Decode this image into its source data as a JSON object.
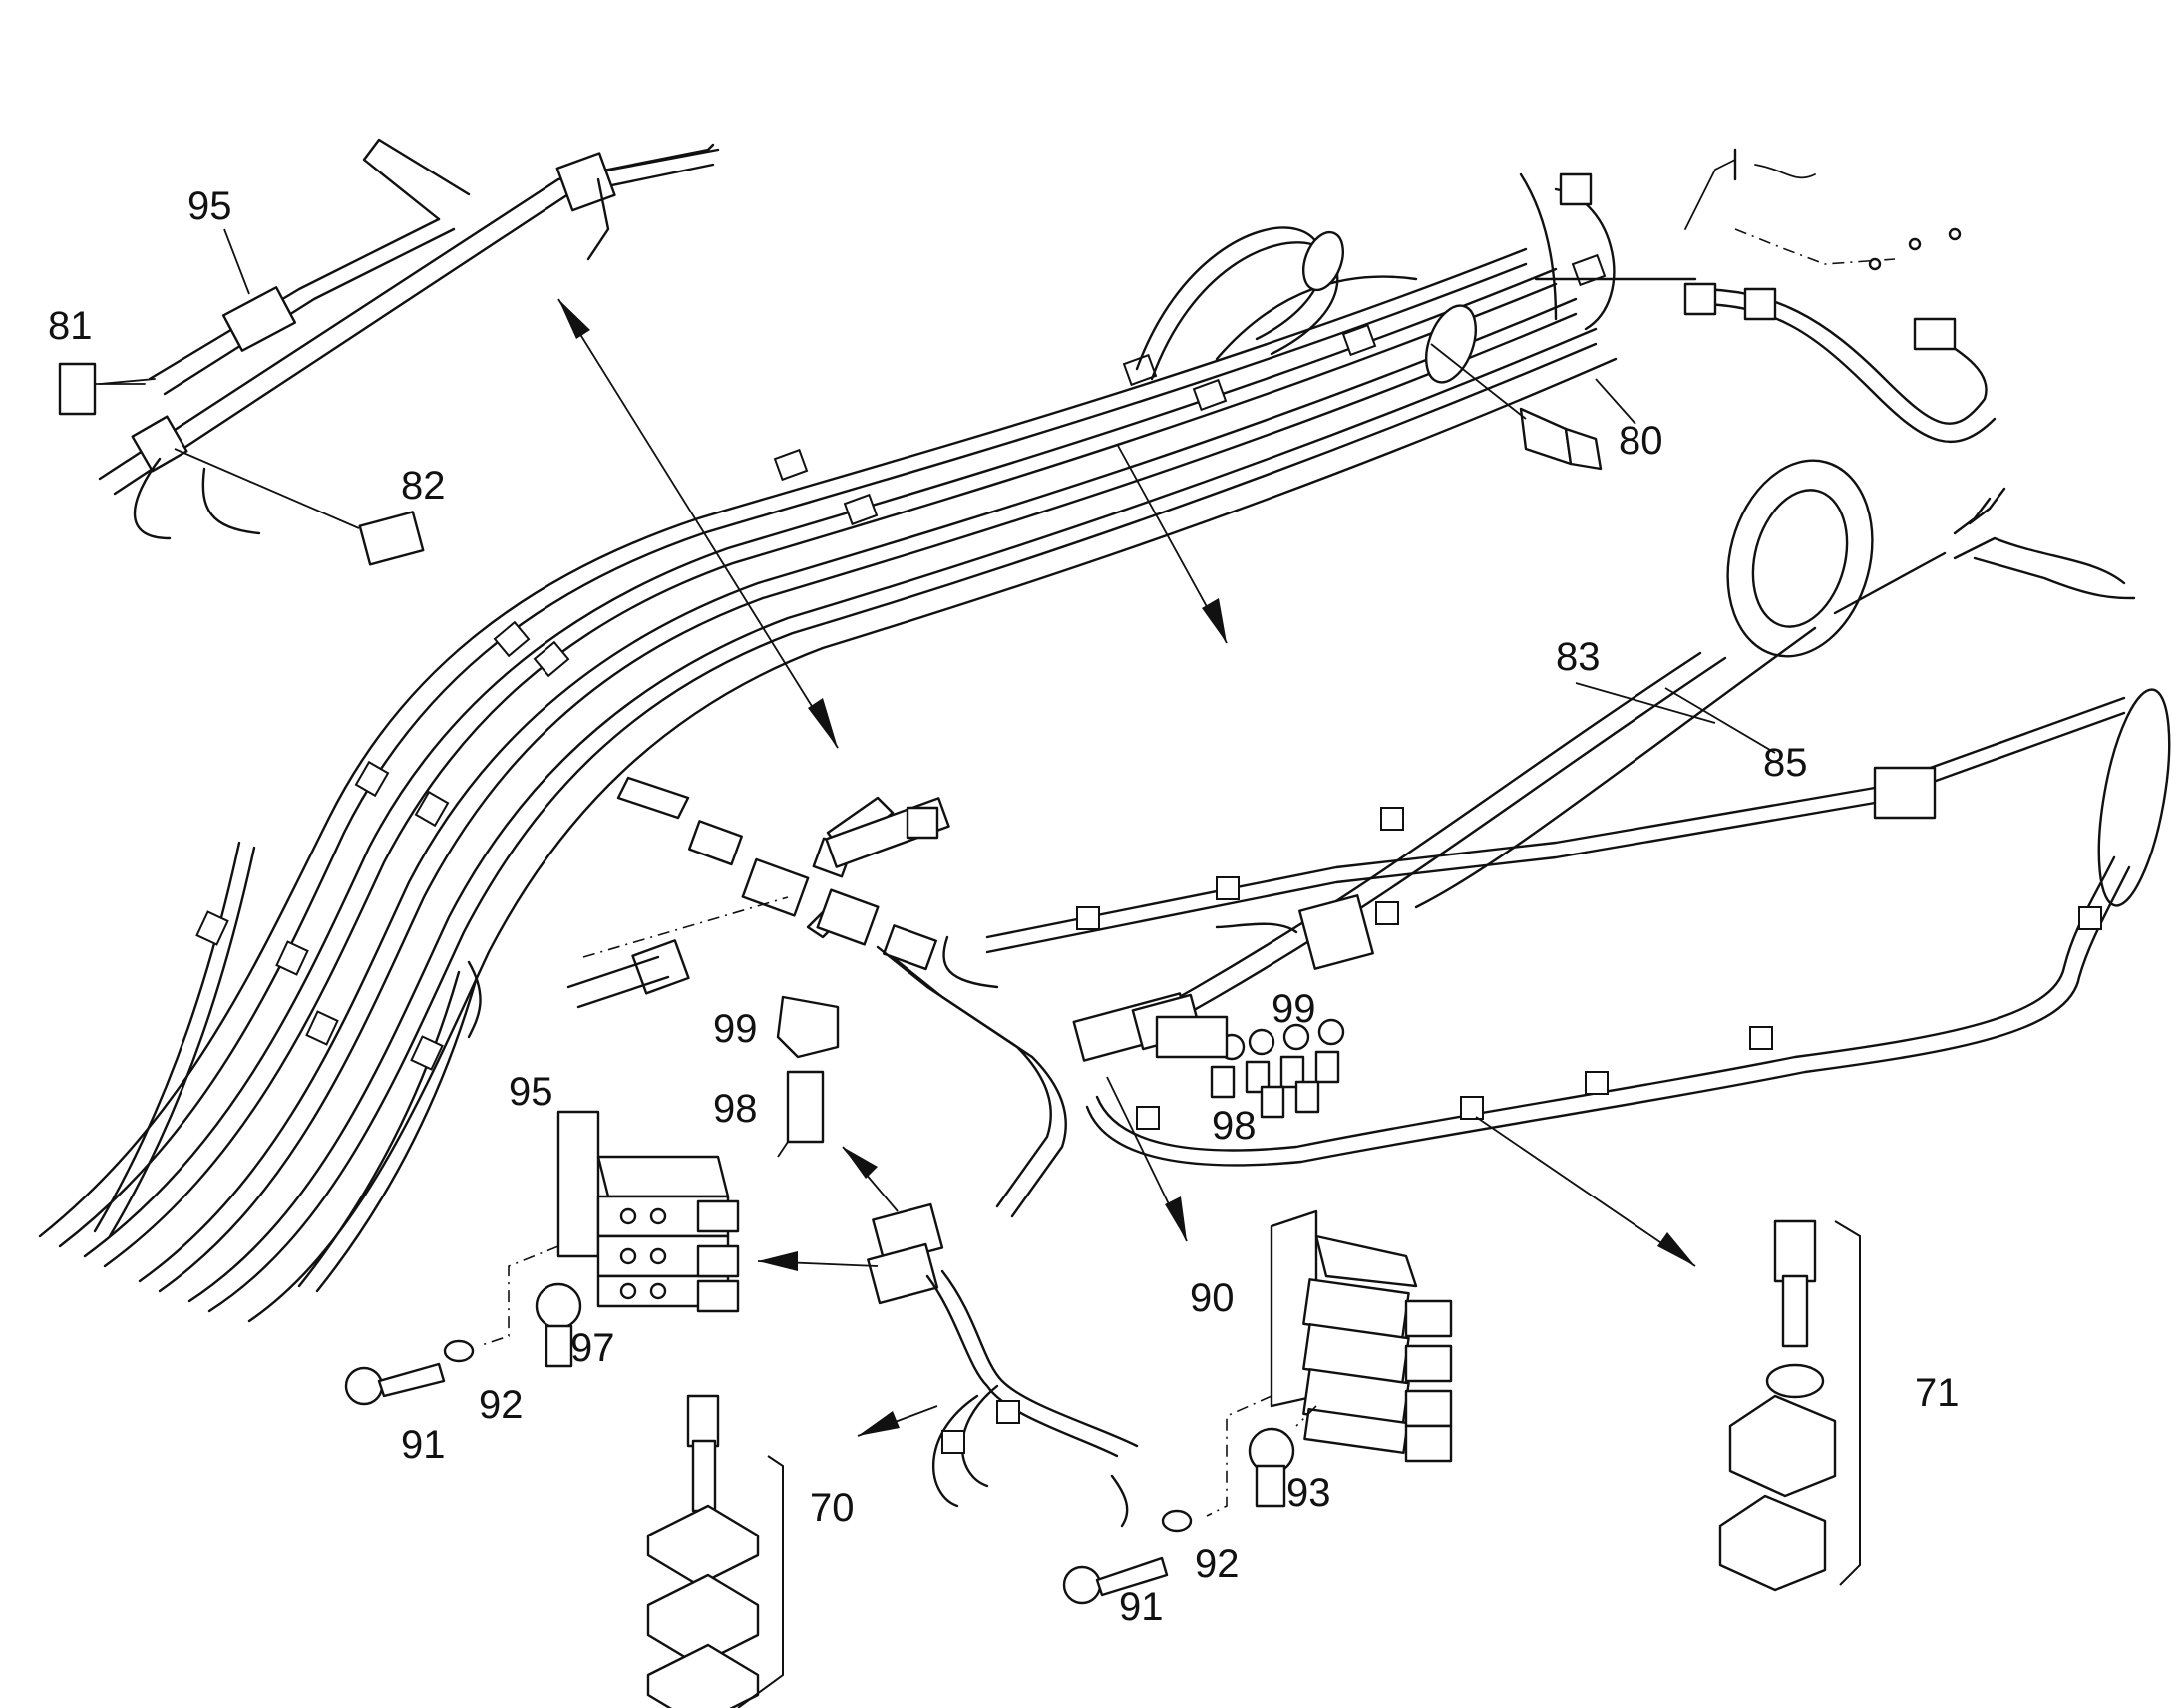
{
  "callouts": {
    "c95_top": "95",
    "c81": "81",
    "c82": "82",
    "c80": "80",
    "c83": "83",
    "c85": "85",
    "c99_mid": "99",
    "c98_mid": "98",
    "c95_mid": "95",
    "c97": "97",
    "c92_left": "92",
    "c91_left": "91",
    "c70": "70",
    "c99_right": "99",
    "c98_right": "98",
    "c90": "90",
    "c93": "93",
    "c92_right": "92",
    "c91_right": "91",
    "c71": "71"
  },
  "colors": {
    "line": "#111111",
    "background": "#ffffff"
  }
}
